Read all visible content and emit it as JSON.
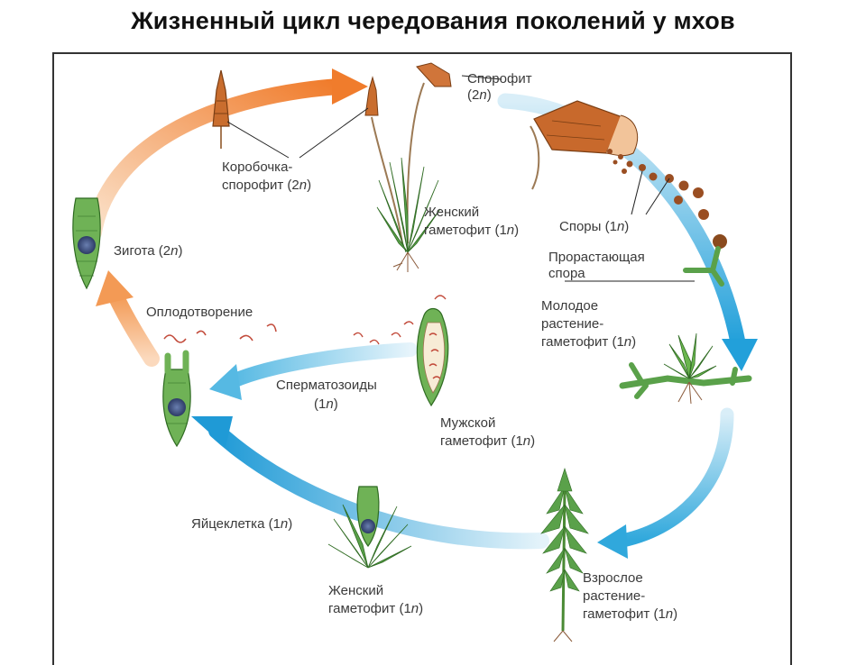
{
  "title": "Жизненный цикл чередования поколений у мхов",
  "labels": {
    "sporophyte": {
      "line1": "Спорофит",
      "line2_prefix": "(2",
      "line2_n": "n",
      "line2_suffix": ")"
    },
    "capsule": {
      "line1": "Коробочка-",
      "line2_prefix": "спорофит (2",
      "line2_n": "n",
      "line2_suffix": ")"
    },
    "female_top": {
      "line1": "Женский",
      "line2_prefix": "гаметофит (1",
      "line2_n": "n",
      "line2_suffix": ")"
    },
    "spores": {
      "prefix": "Споры (1",
      "n": "n",
      "suffix": ")"
    },
    "germinating": {
      "line1": "Прорастающая",
      "line2": "спора"
    },
    "zygote": {
      "prefix": "Зигота (2",
      "n": "n",
      "suffix": ")"
    },
    "fertilization": "Оплодотворение",
    "young": {
      "line1": "Молодое",
      "line2": "растение-",
      "line3_prefix": "гаметофит (1",
      "line3_n": "n",
      "line3_suffix": ")"
    },
    "sperm": {
      "line1": "Сперматозоиды",
      "line2_prefix": "(1",
      "line2_n": "n",
      "line2_suffix": ")"
    },
    "male": {
      "line1": "Мужской",
      "line2_prefix": "гаметофит (1",
      "line2_n": "n",
      "line2_suffix": ")"
    },
    "egg": {
      "prefix": "Яйцеклетка (1",
      "n": "n",
      "suffix": ")"
    },
    "female_bottom": {
      "line1": "Женский",
      "line2_prefix": "гаметофит (1",
      "line2_n": "n",
      "line2_suffix": ")"
    },
    "adult": {
      "line1": "Взрослое",
      "line2": "растение-",
      "line3_prefix": "гаметофит (1",
      "line3_n": "n",
      "line3_suffix": ")"
    }
  },
  "colors": {
    "orange_arrow": "#f08a3a",
    "blue_arrow": "#2aa6dc",
    "plant_green": "#4f9a3c",
    "capsule_brown": "#b8622a",
    "spore_brown": "#8a4a1e"
  }
}
